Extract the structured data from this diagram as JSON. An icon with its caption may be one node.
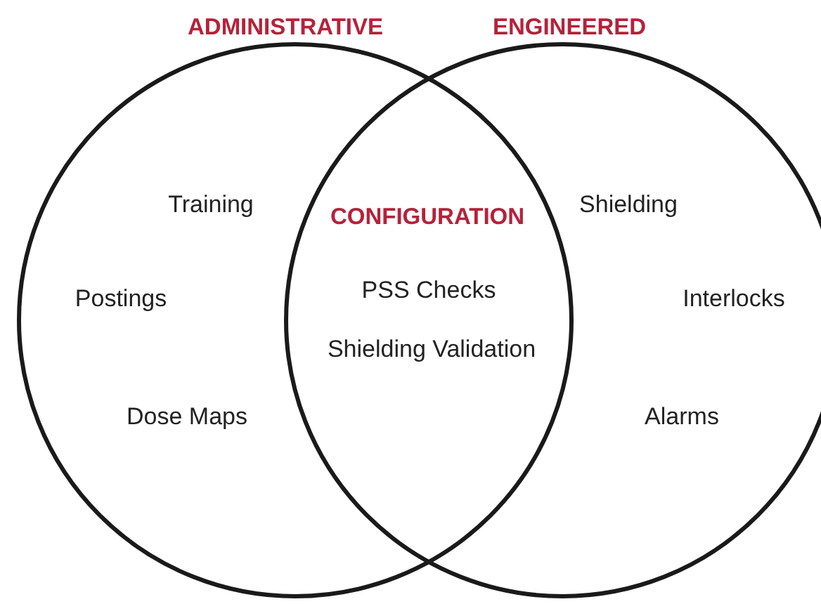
{
  "diagram": {
    "nodes": [
      {
        "text": [
          "ADMINISTRATIVE",
          "Training",
          "Postings",
          "Dose Maps"
        ]
      },
      {
        "text": [
          "ENGINEERED",
          "Shielding",
          "Interlocks",
          "Alarms"
        ]
      },
      {
        "text": [
          "CONFIGURATION",
          "PSS Checks",
          "Shielding Validation"
        ]
      }
    ],
    "edges": []
  }
}
